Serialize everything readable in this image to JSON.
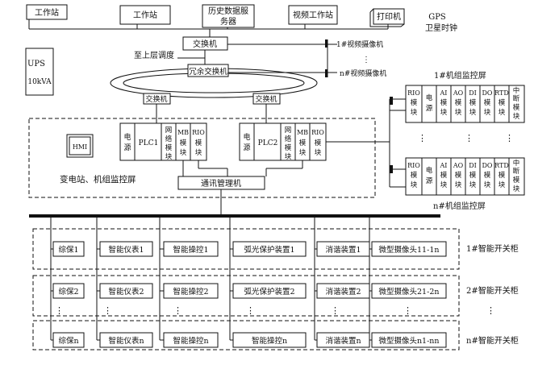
{
  "top": {
    "workstation1": "工作站",
    "workstation2": "工作站",
    "history_server_l1": "历史数据服",
    "history_server_l2": "务器",
    "video_workstation": "视频工作站",
    "printer": "打印机",
    "gps_l1": "GPS",
    "gps_l2": "卫星时钟"
  },
  "network": {
    "switch": "交换机",
    "to_upper_dispatch": "至上层调度",
    "redundant_switch": "冗余交换机",
    "ring_switch_left": "交换机",
    "ring_switch_right": "交换机",
    "camera_1": "1#视频摄像机",
    "camera_n": "n#视频摄像机",
    "ellipsis_v": "⋮"
  },
  "ups": {
    "l1": "UPS",
    "l2": "10kVA"
  },
  "station_panel": {
    "label": "变电站、机组监控屏",
    "hmi": "HMI",
    "left": {
      "power": "电源",
      "plc": "PLC1",
      "net": "网络模块",
      "mb": "MB模块",
      "rio": "RIO模块"
    },
    "right": {
      "power": "电源",
      "plc": "PLC2",
      "net": "网络模块",
      "mb": "MB模块",
      "rio": "RIO模块"
    },
    "comm_manager": "通讯管理机"
  },
  "unit_panels": {
    "label_1": "1#机组监控屏",
    "label_n": "n#机组监控屏",
    "modules": [
      "RIO模块",
      "电源",
      "AI模块",
      "AO模块",
      "DI模块",
      "DO模块",
      "RTD模块",
      "中断模块"
    ],
    "dots": "⋮"
  },
  "cabinets": {
    "rows": [
      {
        "label": "1#智能开关柜",
        "items": [
          "综保1",
          "智能仪表1",
          "智能操控1",
          "弧光保护装置1",
          "消谐装置1",
          "微型摄像头11-1n"
        ]
      },
      {
        "label": "2#智能开关柜",
        "items": [
          "综保2",
          "智能仪表2",
          "智能操控2",
          "弧光保护装置2",
          "消谐装置2",
          "微型摄像头21-2n"
        ]
      },
      {
        "label": "n#智能开关柜",
        "items": [
          "综保n",
          "智能仪表n",
          "智能操控n",
          "智能操控n",
          "消谐装置n",
          "微型摄像头n1-nn"
        ]
      }
    ],
    "dots": "⋮"
  }
}
